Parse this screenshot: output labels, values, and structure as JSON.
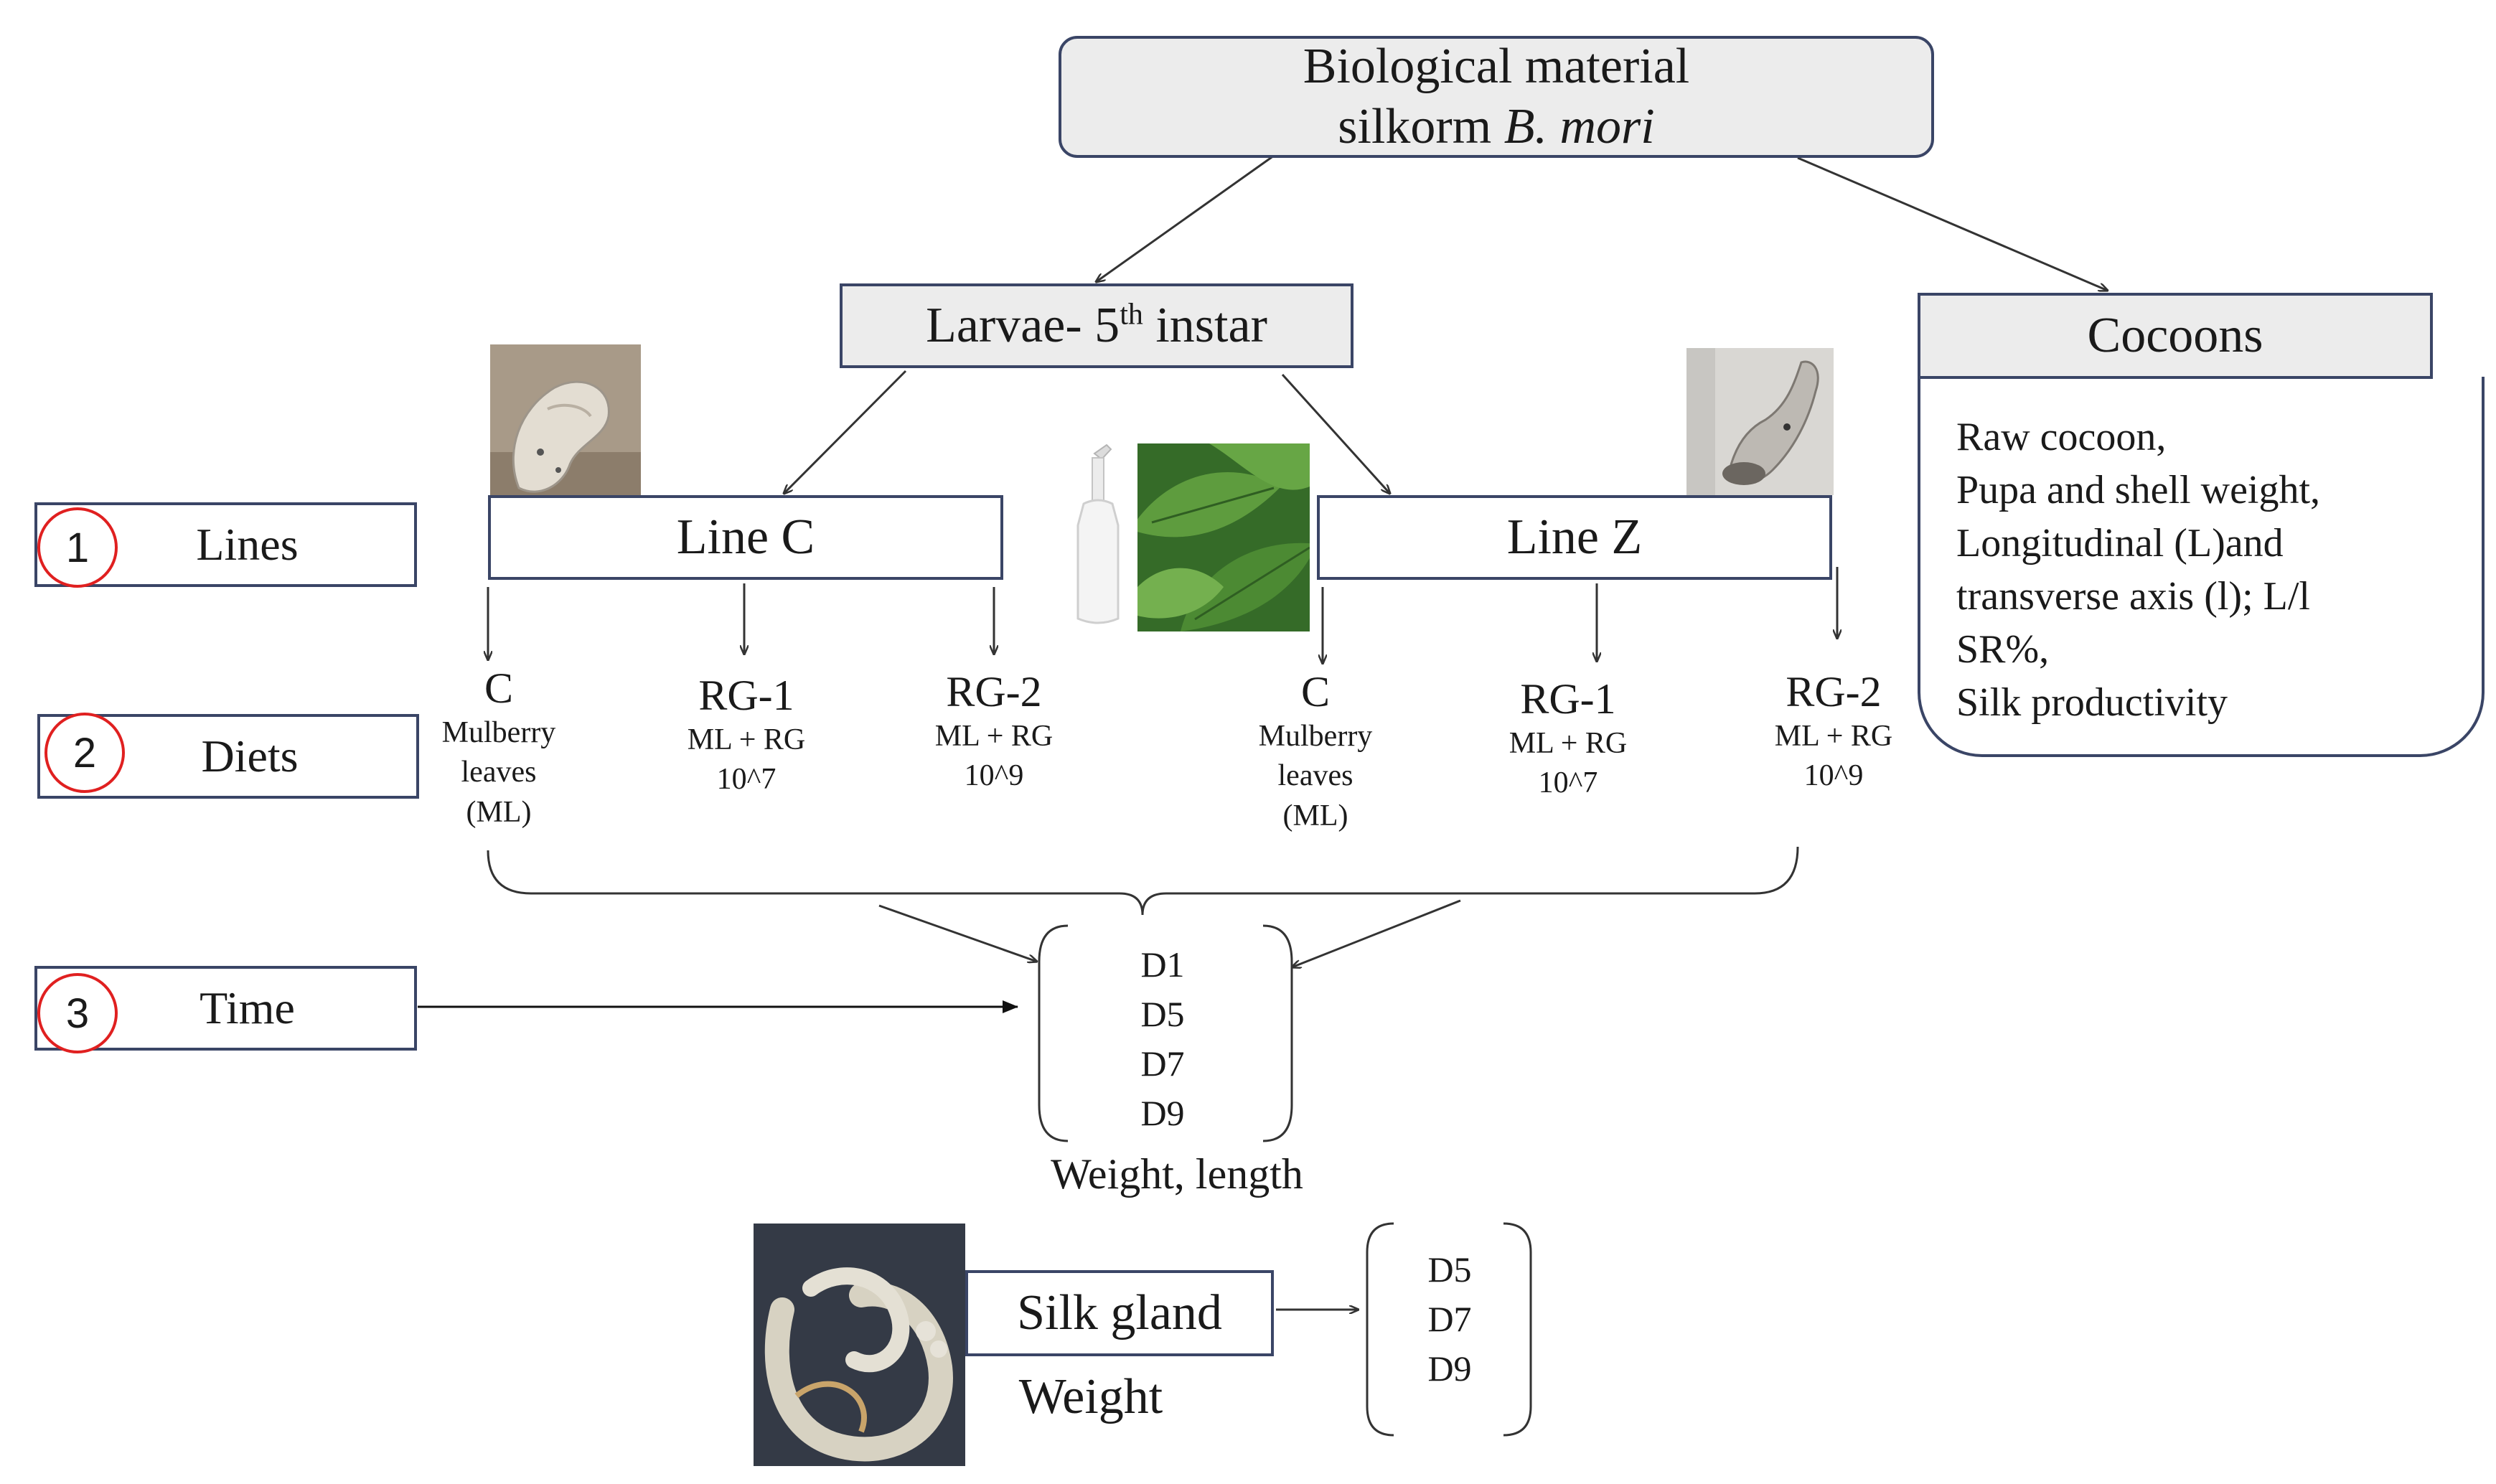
{
  "top": {
    "line1": "Biological material",
    "line2_prefix": "silkorm ",
    "line2_species": "B. mori"
  },
  "larvae": {
    "prefix": "Larvae- 5",
    "sup": "th",
    "suffix": " instar"
  },
  "cocoons": {
    "title": "Cocoons",
    "items": [
      "Raw cocoon,",
      "Pupa and shell weight,",
      "Longitudinal (L)and",
      "transverse axis (l); L/l",
      "SR%,",
      "Silk productivity"
    ]
  },
  "steps": [
    {
      "number": "1",
      "label": "Lines"
    },
    {
      "number": "2",
      "label": "Diets"
    },
    {
      "number": "3",
      "label": "Time"
    }
  ],
  "lines": {
    "c": "Line C",
    "z": "Line Z"
  },
  "diets": {
    "c": {
      "head": "C",
      "sub1": "Mulberry",
      "sub2": "leaves",
      "sub3": "(ML)"
    },
    "rg1": {
      "head": "RG-1",
      "sub1": "ML + RG",
      "sub2": "10^7"
    },
    "rg2": {
      "head": "RG-2",
      "sub1": "ML + RG",
      "sub2": "10^9"
    }
  },
  "time_days": [
    "D1",
    "D5",
    "D7",
    "D9"
  ],
  "time_measure": "Weight, length",
  "silk_gland": {
    "label": "Silk gland",
    "measure": "Weight",
    "days": [
      "D5",
      "D7",
      "D9"
    ]
  },
  "icons": [
    "silkworm-line-c-photo",
    "silkworm-line-z-photo",
    "spray-bottle-icon",
    "mulberry-leaves-photo",
    "silk-gland-photo"
  ],
  "colors": {
    "box_border": "#3a4566",
    "grey_fill": "#ececec",
    "step_circle": "#e02020"
  }
}
